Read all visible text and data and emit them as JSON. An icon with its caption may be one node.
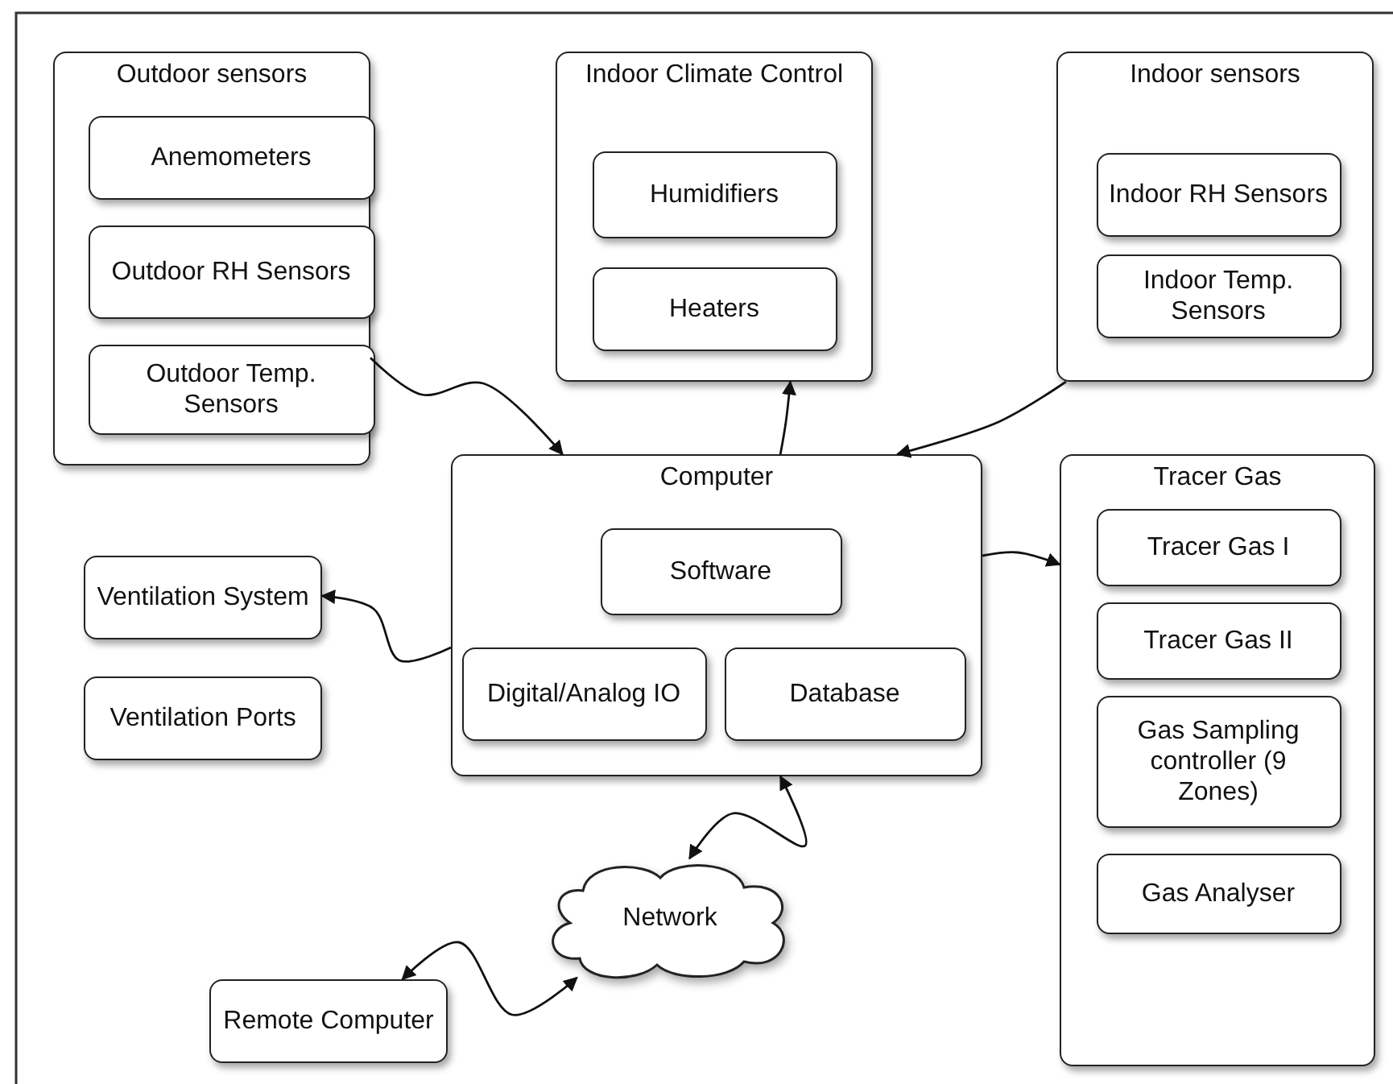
{
  "diagram": {
    "nodes": [
      {
        "text": [
          "Outdoor sensors"
        ]
      },
      {
        "text": [
          "Anemometers"
        ],
        "in": 0
      },
      {
        "text": [
          "Outdoor RH Sensors"
        ],
        "in": 0
      },
      {
        "text": [
          "Outdoor Temp. Sensors"
        ],
        "in": 0
      },
      {
        "text": [
          "Indoor Climate Control"
        ]
      },
      {
        "text": [
          "Humidifiers"
        ],
        "in": 4
      },
      {
        "text": [
          "Heaters"
        ],
        "in": 4
      },
      {
        "text": [
          "Indoor sensors"
        ]
      },
      {
        "text": [
          "Indoor RH Sensors"
        ],
        "in": 7
      },
      {
        "text": [
          "Indoor Temp. Sensors"
        ],
        "in": 7
      },
      {
        "text": [
          "Computer"
        ]
      },
      {
        "text": [
          "Software"
        ],
        "in": 10
      },
      {
        "text": [
          "Digital/Analog IO"
        ],
        "in": 10
      },
      {
        "text": [
          "Database"
        ],
        "in": 10
      },
      {
        "text": [
          "Tracer Gas"
        ]
      },
      {
        "text": [
          "Tracer Gas I"
        ],
        "in": 14
      },
      {
        "text": [
          "Tracer Gas II"
        ],
        "in": 14
      },
      {
        "text": [
          "Gas Sampling controller (9 Zones)"
        ],
        "in": 14
      },
      {
        "text": [
          "Gas Analyser"
        ],
        "in": 14
      },
      {
        "text": [
          "Ventilation System"
        ]
      },
      {
        "text": [
          "Ventilation Ports"
        ]
      },
      {
        "text": [
          "Network"
        ]
      },
      {
        "text": [
          "Remote Computer"
        ]
      }
    ],
    "edges": [
      {
        "from": 0,
        "to": 10,
        "arrow": "to"
      },
      {
        "from": 10,
        "to": 4,
        "arrow": "to"
      },
      {
        "from": 7,
        "to": 10,
        "arrow": "to"
      },
      {
        "from": 10,
        "to": 19,
        "arrow": "to"
      },
      {
        "from": 10,
        "to": 14,
        "arrow": "to"
      },
      {
        "from": 10,
        "to": 21,
        "arrow": "both"
      },
      {
        "from": 22,
        "to": 21,
        "arrow": "both"
      }
    ]
  }
}
